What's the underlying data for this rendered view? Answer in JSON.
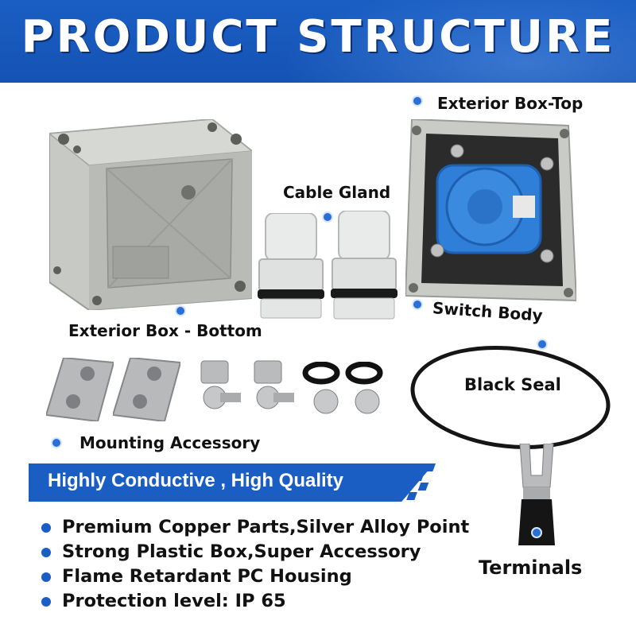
{
  "header": {
    "title": "PRODUCT STRUCTURE"
  },
  "labels": {
    "box_top": "Exterior Box-Top",
    "cable_gland": "Cable Gland",
    "switch_body": "Switch Body",
    "box_bottom": "Exterior Box - Bottom",
    "black_seal": "Black Seal",
    "mounting": "Mounting Accessory",
    "terminals": "Terminals"
  },
  "banner": {
    "text": "Highly Conductive , High Quality"
  },
  "features": [
    "Premium Copper Parts,Silver Alloy Point",
    "Strong Plastic Box,Super Accessory",
    "Flame Retardant PC Housing",
    "Protection level: IP 65"
  ],
  "colors": {
    "brand_blue": "#1a5ec4",
    "switch_blue": "#2f7fd8",
    "housing_gray": "#c9cbc6",
    "text_dark": "#111111"
  }
}
